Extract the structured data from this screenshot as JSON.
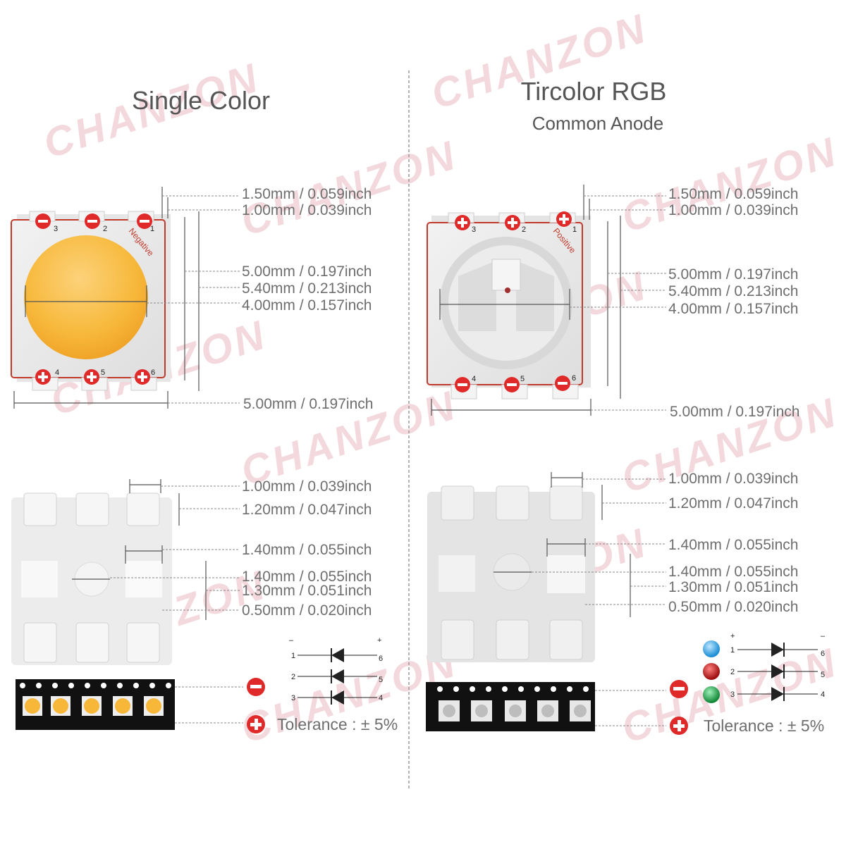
{
  "watermark": "CHANZON",
  "left_panel": {
    "title": "Single Color",
    "polarity_label": "Negative",
    "top_pins": [
      "3",
      "2",
      "1"
    ],
    "bottom_pins": [
      "4",
      "5",
      "6"
    ],
    "front_dims": [
      "1.50mm / 0.059inch",
      "1.00mm / 0.039inch",
      "5.00mm / 0.197inch",
      "5.40mm / 0.213inch",
      "4.00mm / 0.157inch",
      "5.00mm / 0.197inch"
    ],
    "back_dims": [
      "1.00mm / 0.039inch",
      "1.20mm / 0.047inch",
      "1.40mm / 0.055inch",
      "1.40mm / 0.055inch",
      "1.30mm / 0.051inch",
      "0.50mm / 0.020inch"
    ],
    "diagram": {
      "minus": "–",
      "plus": "+",
      "left_pins": [
        "1",
        "2",
        "3"
      ],
      "right_pins": [
        "6",
        "5",
        "4"
      ]
    },
    "tolerance": "Tolerance : ± 5%",
    "colors": {
      "led_fill": "#f7b83a",
      "symbol": "#e02a2a"
    }
  },
  "right_panel": {
    "title": "Tircolor RGB",
    "subtitle": "Common Anode",
    "polarity_label": "Positive",
    "top_pins": [
      "3",
      "2",
      "1"
    ],
    "bottom_pins": [
      "4",
      "5",
      "6"
    ],
    "front_dims": [
      "1.50mm / 0.059inch",
      "1.00mm / 0.039inch",
      "5.00mm / 0.197inch",
      "5.40mm / 0.213inch",
      "4.00mm / 0.157inch",
      "5.00mm / 0.197inch"
    ],
    "back_dims": [
      "1.00mm / 0.039inch",
      "1.20mm / 0.047inch",
      "1.40mm / 0.055inch",
      "1.40mm / 0.055inch",
      "1.30mm / 0.051inch",
      "0.50mm / 0.020inch"
    ],
    "diagram": {
      "minus": "–",
      "plus": "+",
      "left_pins": [
        "1",
        "2",
        "3"
      ],
      "right_pins": [
        "6",
        "5",
        "4"
      ]
    },
    "tolerance": "Tolerance : ± 5%",
    "colors": {
      "blue": "#2aa0e8",
      "red": "#c21b1b",
      "green": "#1fa34a"
    }
  }
}
